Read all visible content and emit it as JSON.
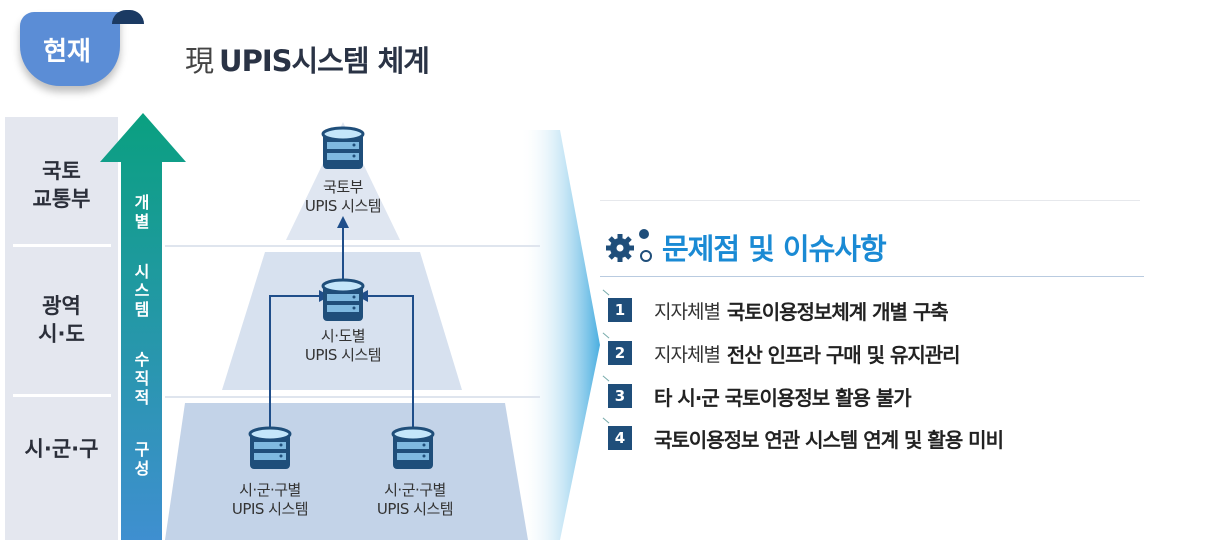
{
  "badge": "현재",
  "title": {
    "prefix": "現",
    "main": "UPIS시스템 체계"
  },
  "levels": [
    {
      "line1": "국토",
      "line2": "교통부"
    },
    {
      "line1": "광역",
      "line2": "시·도"
    },
    {
      "line1": "시·군·구",
      "line2": ""
    }
  ],
  "arrow_text": [
    [
      "개",
      "별"
    ],
    [
      "시",
      "스",
      "템"
    ],
    [
      "수",
      "직",
      "적"
    ],
    [
      "구",
      "성"
    ]
  ],
  "systems": {
    "national": {
      "line1": "국토부",
      "line2": "UPIS 시스템"
    },
    "provincial": {
      "line1": "시·도별",
      "line2": "UPIS 시스템"
    },
    "local_left": {
      "line1": "시·군·구별",
      "line2": "UPIS 시스템"
    },
    "local_right": {
      "line1": "시·군·구별",
      "line2": "UPIS 시스템"
    }
  },
  "issues": {
    "heading": "문제점 및 이슈사항",
    "items": [
      {
        "num": "1",
        "light": "지자체별",
        "bold": "국토이용정보체계 개별 구축"
      },
      {
        "num": "2",
        "light": "지자체별",
        "bold": "전산 인프라 구매 및 유지관리"
      },
      {
        "num": "3",
        "light": "",
        "bold": "타 시·군 국토이용정보 활용 불가"
      },
      {
        "num": "4",
        "light": "",
        "bold": "국토이용정보 연관 시스템 연계 및 활용 미비"
      }
    ]
  },
  "colors": {
    "accent": "#1a8ad4",
    "badge": "#5b8dd6",
    "number_box": "#1f4e7a",
    "arrow_top": "#0aa080",
    "arrow_bottom": "#3f8fd0"
  }
}
